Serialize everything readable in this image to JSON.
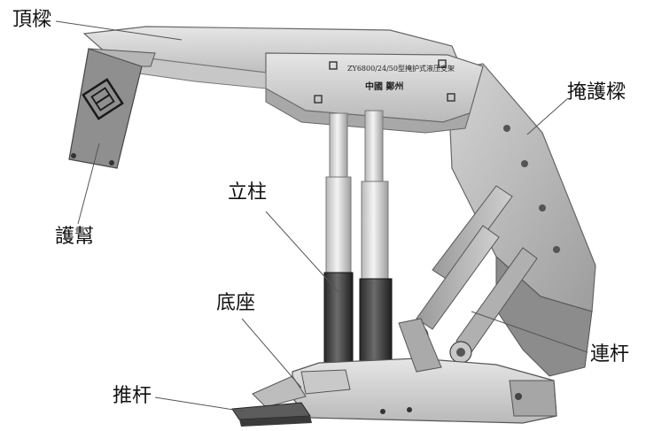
{
  "diagram": {
    "labels": {
      "canopy": "頂樑",
      "shield_beam": "掩護樑",
      "face_guard": "護幫",
      "prop": "立柱",
      "base": "底座",
      "pusher": "推杆",
      "link": "連杆"
    },
    "nameplate": {
      "model": "ZY6800/24/50型掩护式液压支架",
      "maker": "中國 鄭州"
    }
  }
}
